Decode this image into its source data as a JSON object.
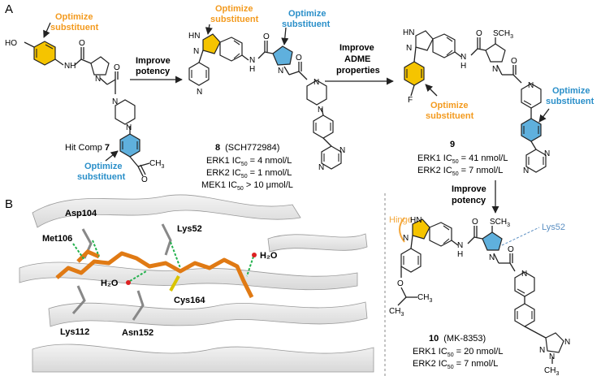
{
  "colors": {
    "orange": "#f39a1e",
    "blue": "#2a8fc9",
    "yellow_fill": "#f5c400",
    "blue_fill": "#5fb0dd",
    "lys52_label": "#5b8fc2",
    "hinge": "#f4a83c"
  },
  "panel_a": {
    "letter": "A",
    "compound7": {
      "ho": "HO",
      "nh": "N\nH",
      "n": "N",
      "o": "O",
      "top_opt_1": "Optimize",
      "top_opt_2": "substituent",
      "bottom_opt_1": "Optimize",
      "bottom_opt_2": "substituent",
      "caption_prefix": "Hit Comp ",
      "caption_num": "7",
      "ch3": "CH",
      "ch3_sub": "3"
    },
    "arrow1": {
      "line1": "Improve",
      "line2": "potency"
    },
    "compound8": {
      "hn": "HN",
      "n_ring": "N",
      "n_pyr": "N",
      "nh": "N",
      "h": "H",
      "o": "O",
      "opt_orange_1": "Optimize",
      "opt_orange_2": "substituent",
      "opt_blue_1": "Optimize",
      "opt_blue_2": "substituent",
      "caption_num": "8",
      "caption_code": "(SCH772984)",
      "erk1": "ERK1  IC",
      "erk1_sub": "50",
      "erk1_val": " = 4 nmol/L",
      "erk2": "ERK2  IC",
      "erk2_sub": "50",
      "erk2_val": " = 1 nmol/L",
      "mek1": "MEK1 IC",
      "mek1_sub": "50",
      "mek1_val": " > 10 μmol/L"
    },
    "arrow2": {
      "line1": "Improve",
      "line2": "ADME",
      "line3": "properties"
    },
    "compound9": {
      "hn": "HN",
      "sch3": "SCH",
      "sch3_sub": "3",
      "f": "F",
      "opt_orange_1": "Optimize",
      "opt_orange_2": "substituent",
      "opt_blue_1": "Optimize",
      "opt_blue_2": "substituent",
      "caption_num": "9",
      "erk1": "ERK1  IC",
      "erk1_sub": "50",
      "erk1_val": " = 41 nmol/L",
      "erk2": "ERK2  IC",
      "erk2_sub": "50",
      "erk2_val": " = 7 nmol/L"
    },
    "arrow3": {
      "line1": "Improve",
      "line2": "potency"
    }
  },
  "panel_b": {
    "letter": "B",
    "labels": [
      "Asp104",
      "Met106",
      "Lys52",
      "H₂O",
      "H₂O",
      "Cys164",
      "Lys112",
      "Asn152"
    ]
  },
  "compound10": {
    "hinge": "Hinge",
    "lys52": "Lys52",
    "sch3": "SCH",
    "sch3_sub": "3",
    "hn": "HN",
    "o_ipr": "O",
    "ch3": "CH",
    "ch3_sub": "3",
    "ch3_n": "CH",
    "ch3_n_sub": "3",
    "caption_num": "10",
    "caption_code": "(MK-8353)",
    "erk1": "ERK1  IC",
    "erk1_sub": "50",
    "erk1_val": " = 20 nmol/L",
    "erk2": "ERK2  IC",
    "erk2_sub": "50",
    "erk2_val": " = 7 nmol/L"
  }
}
